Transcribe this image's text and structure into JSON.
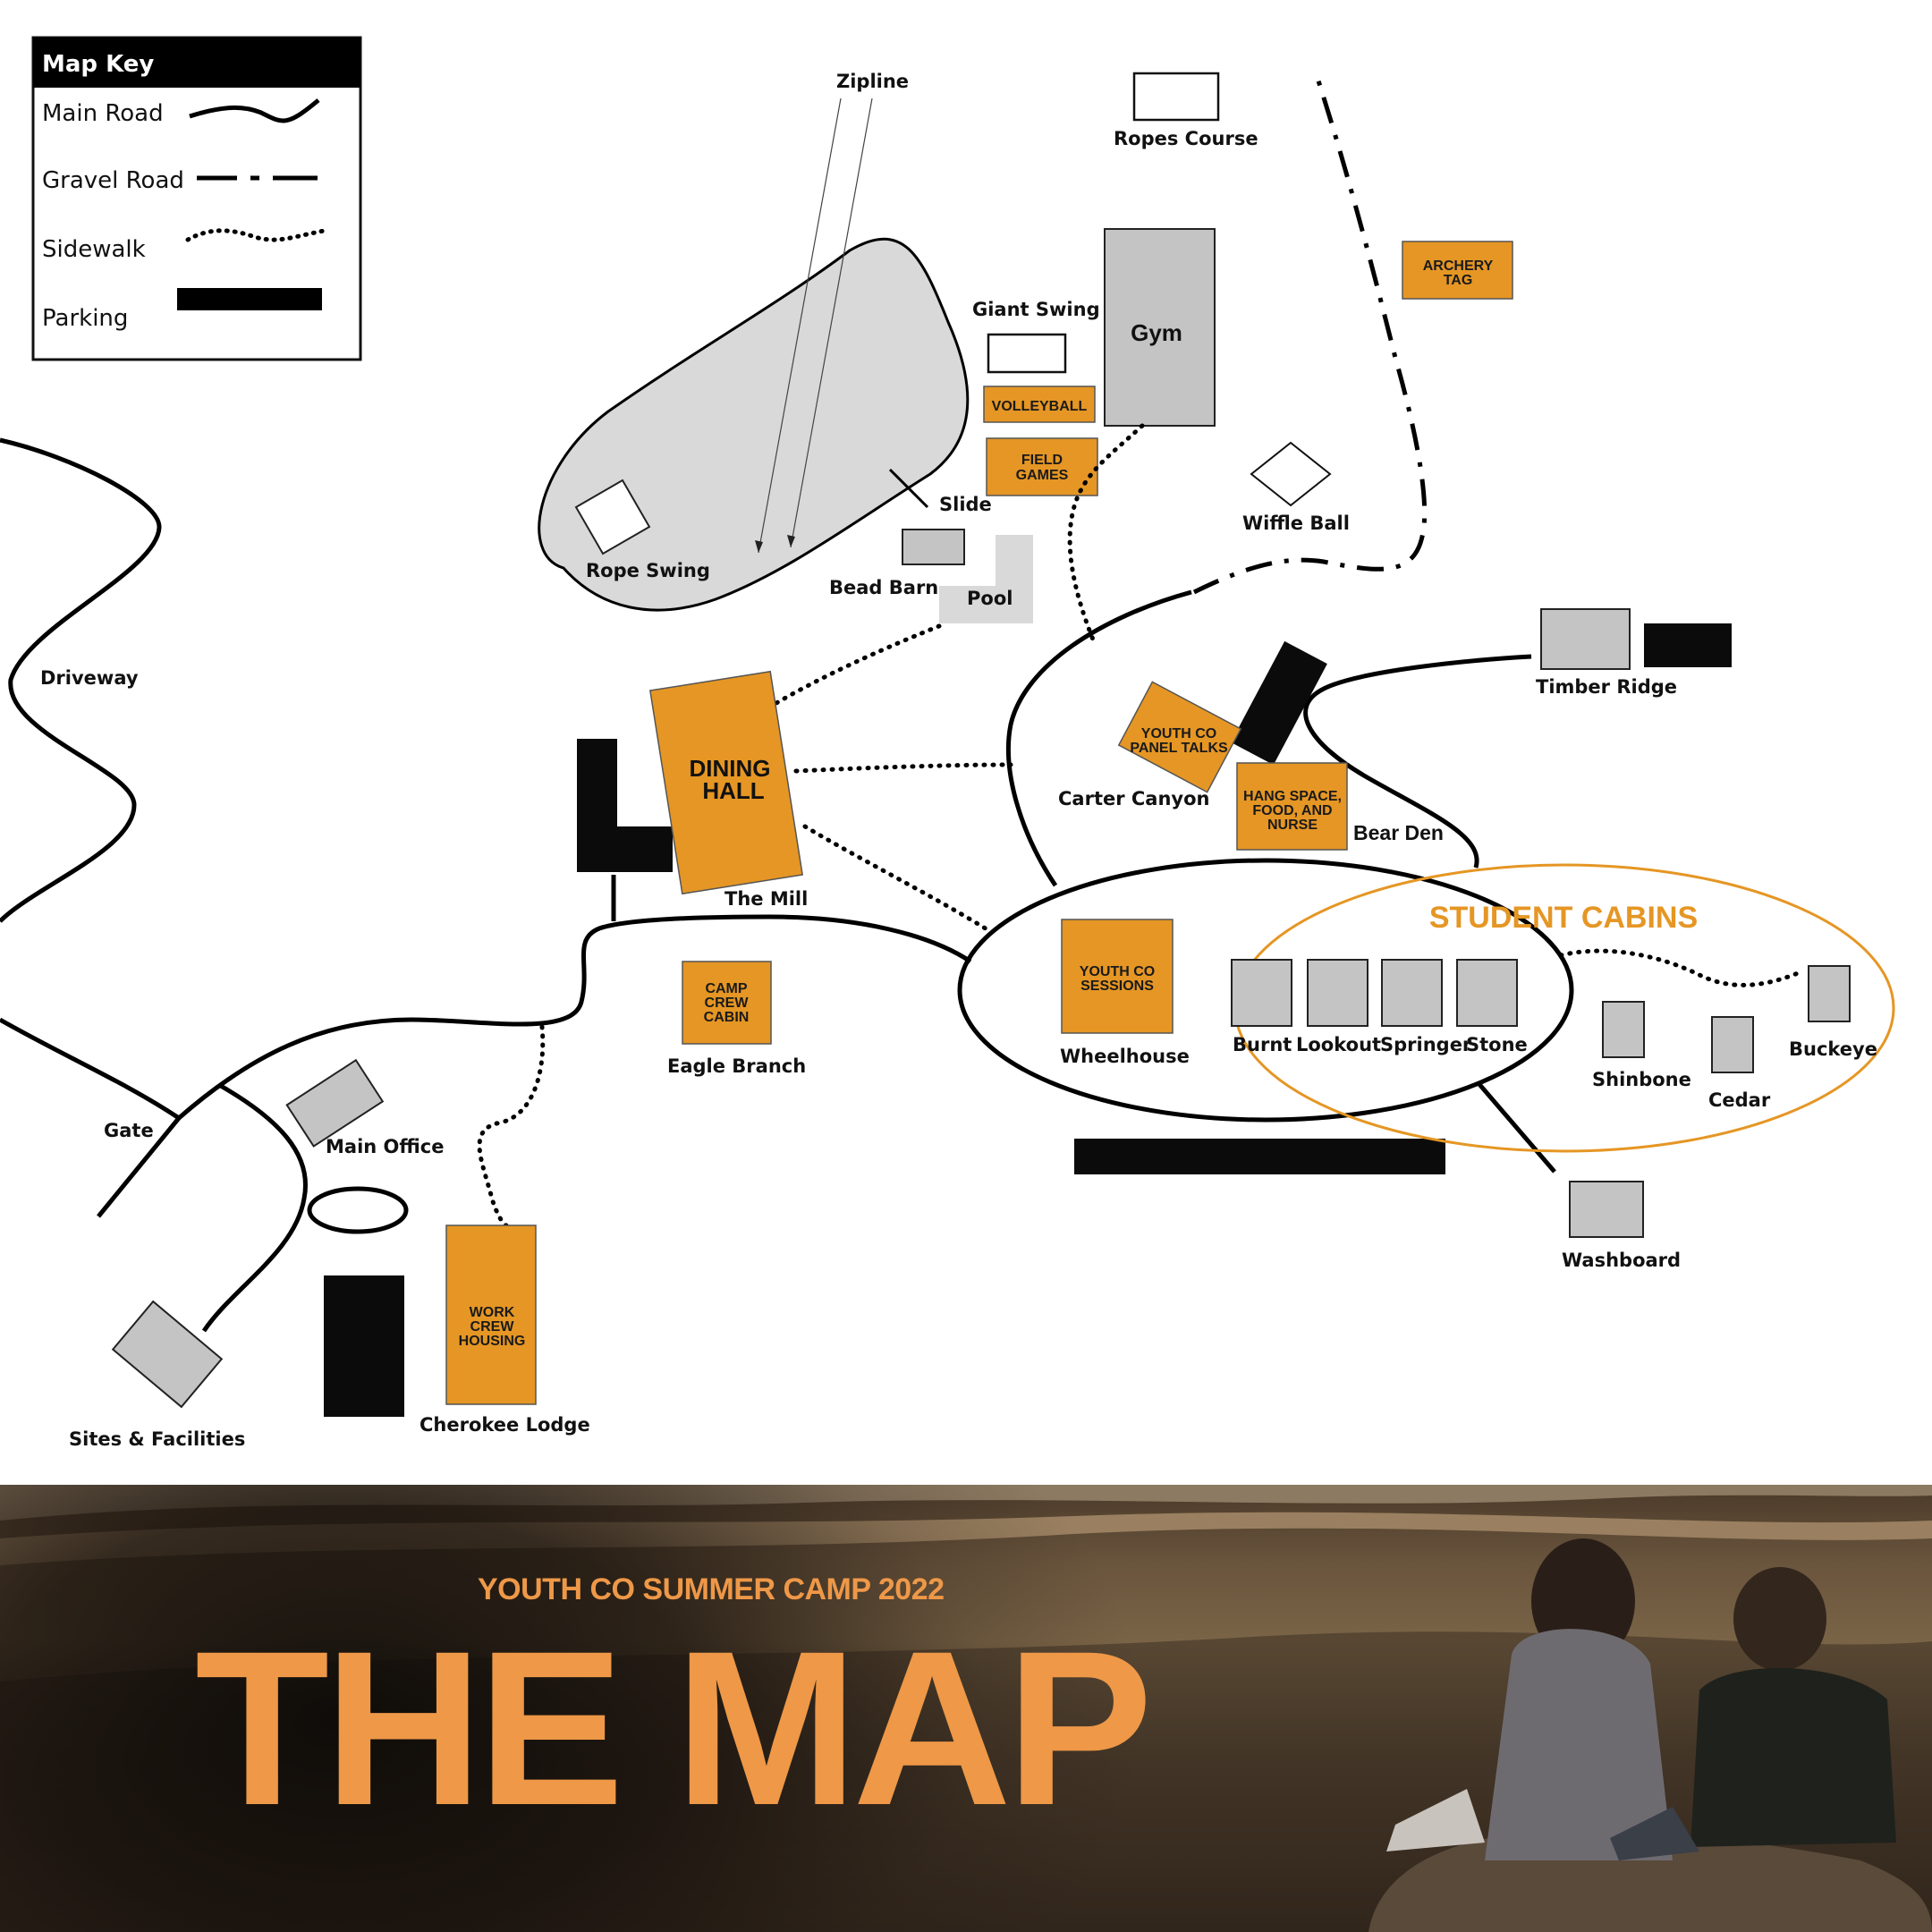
{
  "key": {
    "title": "Map Key",
    "items": [
      "Main Road",
      "Gravel Road",
      "Sidewalk",
      "Parking"
    ]
  },
  "labels": {
    "zipline": "Zipline",
    "ropes_course": "Ropes Course",
    "giant_swing": "Giant Swing",
    "gym": "Gym",
    "slide": "Slide",
    "rope_swing": "Rope Swing",
    "bead_barn": "Bead Barn",
    "pool": "Pool",
    "wiffle_ball": "Wiffle Ball",
    "driveway": "Driveway",
    "timber_ridge": "Timber Ridge",
    "carter_canyon": "Carter Canyon",
    "bear_den": "Bear Den",
    "the_mill": "The Mill",
    "eagle_branch": "Eagle Branch",
    "wheelhouse": "Wheelhouse",
    "student_cabins": "STUDENT CABINS",
    "burnt": "Burnt",
    "lookout": "Lookout",
    "springer": "Springer",
    "stone": "Stone",
    "shinbone": "Shinbone",
    "cedar": "Cedar",
    "buckeye": "Buckeye",
    "washboard": "Washboard",
    "gate": "Gate",
    "main_office": "Main Office",
    "sites_facilities": "Sites & Facilities",
    "cherokee_lodge": "Cherokee Lodge"
  },
  "buildings": {
    "archery_1": "ARCHERY",
    "archery_2": "TAG",
    "volleyball": "VOLLEYBALL",
    "field_1": "FIELD",
    "field_2": "GAMES",
    "dining_1": "DINING",
    "dining_2": "HALL",
    "panel_1": "YOUTH CO",
    "panel_2": "PANEL TALKS",
    "hang_1": "HANG SPACE,",
    "hang_2": "FOOD, AND",
    "hang_3": "NURSE",
    "sessions_1": "YOUTH CO",
    "sessions_2": "SESSIONS",
    "crew_1": "CAMP",
    "crew_2": "CREW",
    "crew_3": "CABIN",
    "work_1": "WORK",
    "work_2": "CREW",
    "work_3": "HOUSING"
  },
  "banner": {
    "subtitle": "YOUTH CO SUMMER CAMP 2022",
    "title": "THE MAP"
  },
  "colors": {
    "accent": "#e59624",
    "banner_text": "#ee9848",
    "building_gray": "#c4c4c4",
    "lake_gray": "#d9d9d9"
  }
}
